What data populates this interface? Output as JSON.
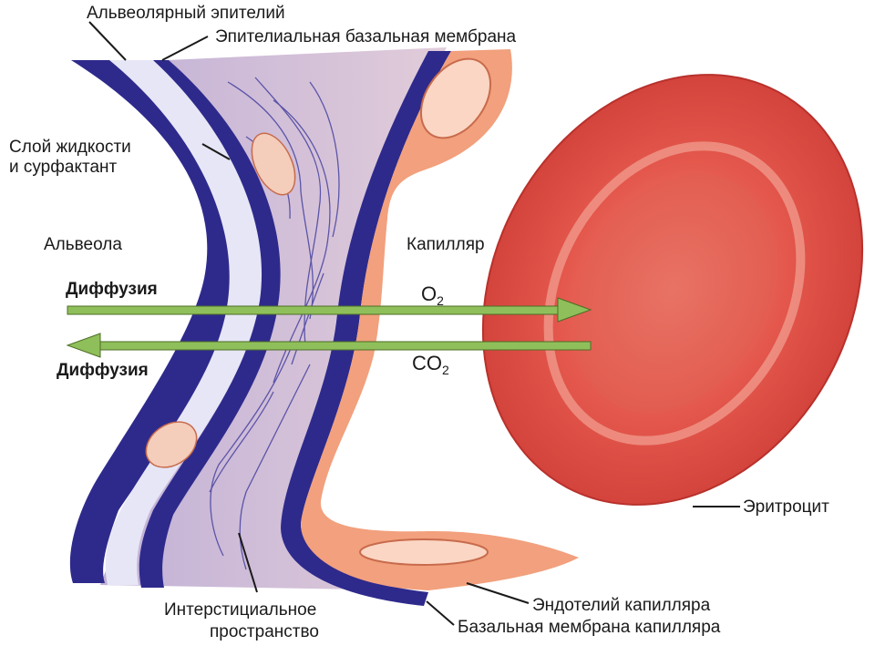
{
  "labels": {
    "alveolar_epithelium": "Альвеолярный эпителий",
    "epithelial_basement_membrane": "Эпителиальная базальная мембрана",
    "fluid_layer_line1": "Слой жидкости",
    "fluid_layer_line2": "и сурфактант",
    "alveolus": "Альвеола",
    "capillary": "Капилляр",
    "diffusion_top": "Диффузия",
    "diffusion_bottom": "Диффузия",
    "erythrocyte": "Эритроцит",
    "capillary_endothelium": "Эндотелий капилляра",
    "capillary_basement_membrane": "Базальная мембрана капилляра",
    "interstitial_line1": "Интерстициальное",
    "interstitial_line2": "пространство"
  },
  "gases": {
    "o2_base": "O",
    "o2_sub": "2",
    "co2_base": "CO",
    "co2_sub": "2"
  },
  "colors": {
    "epithelium_blue": "#2e2a8c",
    "fluid_layer": "#dcdcf2",
    "interstitium": "#c9b6d6",
    "endothelium": "#f2a07d",
    "erythrocyte": "#e5584d",
    "arrow_green": "#8fbf5a"
  }
}
